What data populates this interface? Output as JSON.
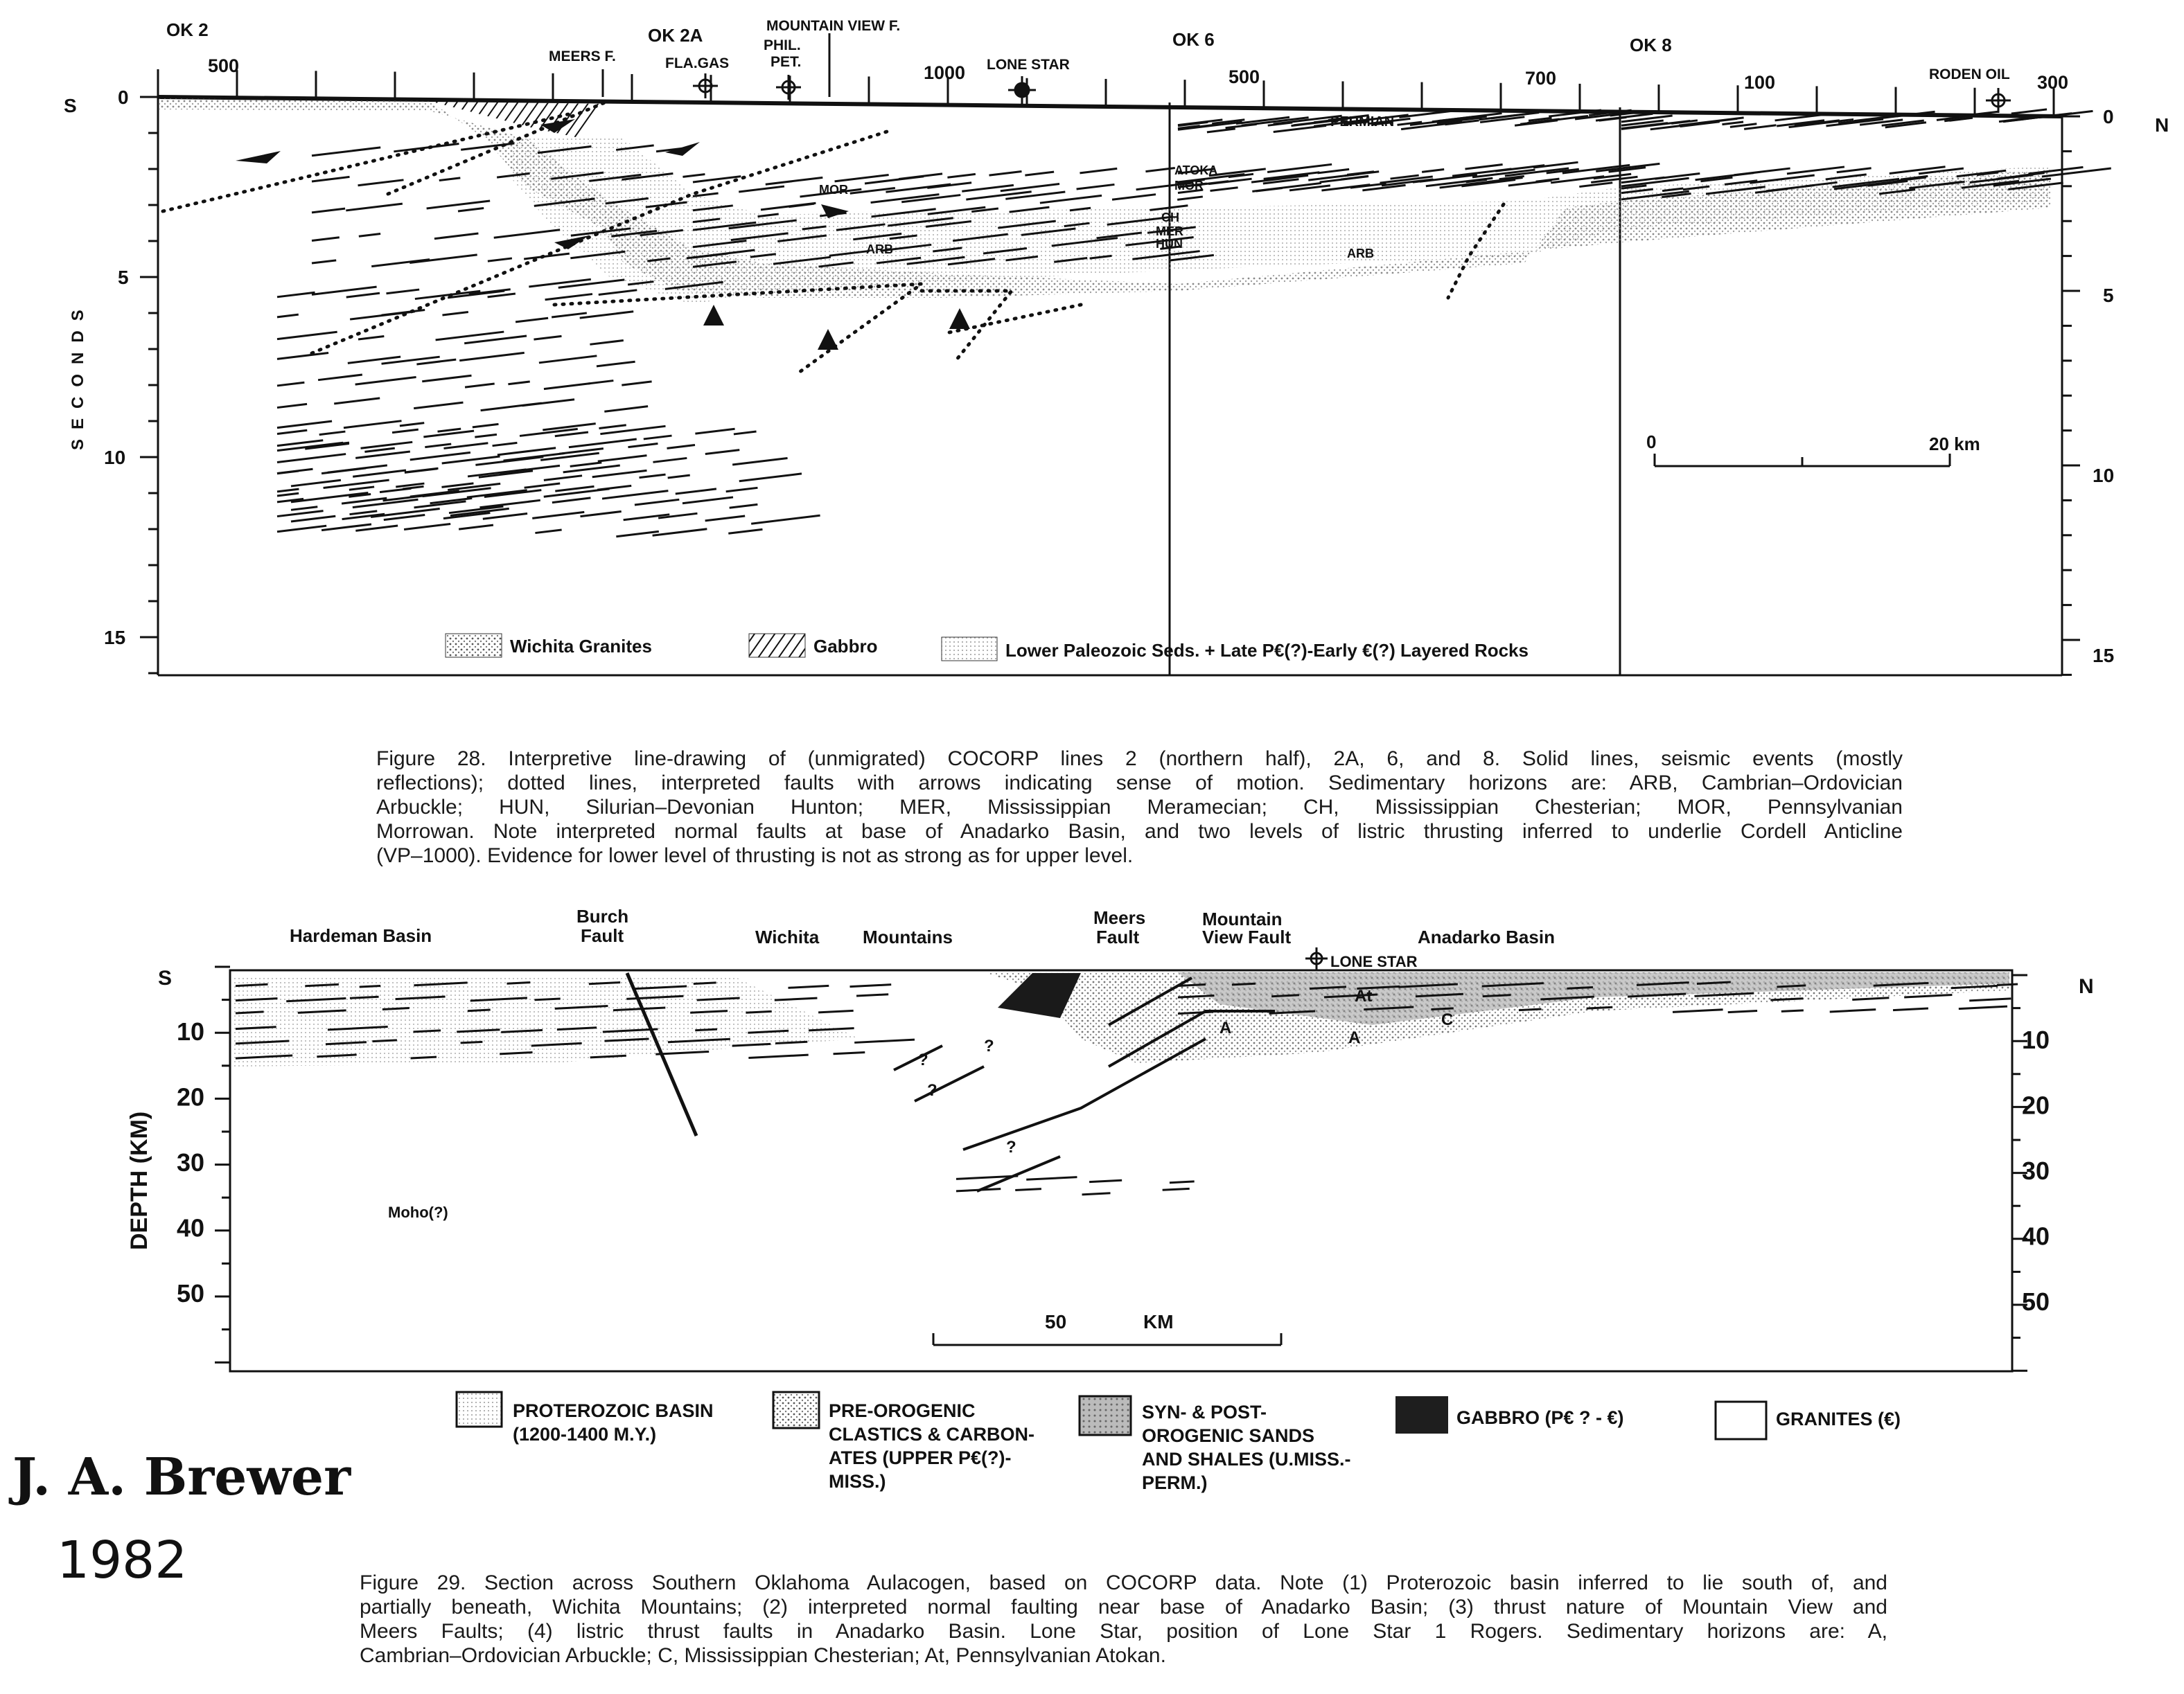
{
  "figure28": {
    "top_labels": {
      "ok2": "OK 2",
      "ok2a": "OK 2A",
      "ok6": "OK 6",
      "ok8": "OK 8",
      "meers": "MEERS F.",
      "fla_gas": "FLA.GAS",
      "phil": "PHIL.",
      "pet": "PET.",
      "mountain_view": "MOUNTAIN VIEW F.",
      "lone_star": "LONE STAR",
      "roden_oil": "RODEN OIL"
    },
    "vp_ticks": [
      "500",
      "1000",
      "500",
      "700",
      "100",
      "300"
    ],
    "left_side": "S",
    "right_side": "N",
    "y_axis_label": "SECONDS",
    "y_ticks_left": [
      "0",
      "5",
      "10",
      "15"
    ],
    "y_ticks_right": [
      "0",
      "5",
      "10",
      "15"
    ],
    "horizons": {
      "permian": "PERMIAN",
      "atoka": "ATOKA",
      "mor1": "MOR",
      "mor2": "MOR",
      "ch": "CH",
      "mer": "MER",
      "hun": "HUN",
      "arb1": "ARB",
      "arb2": "ARB"
    },
    "scale": {
      "start": "0",
      "end": "20 km"
    },
    "legend": [
      "Wichita Granites",
      "Gabbro",
      "Lower Paleozoic Seds. + Late P€(?)-Early €(?) Layered Rocks"
    ],
    "caption_lines": [
      "Figure 28. Interpretive line-drawing of (unmigrated) COCORP lines 2 (northern half), 2A, 6, and 8. Solid lines, seismic events (mostly",
      "reflections); dotted lines, interpreted faults with arrows indicating sense of motion. Sedimentary horizons are: ARB, Cambrian–Ordovician",
      "Arbuckle; HUN, Silurian–Devonian Hunton; MER, Mississippian Meramecian; CH, Mississippian Chesterian; MOR, Pennsylvanian",
      "Morrowan. Note interpreted normal faults at base of Anadarko Basin, and two levels of listric thrusting inferred to underlie Cordell Anticline",
      "(VP–1000). Evidence for lower level of thrusting is not as strong as for upper level."
    ]
  },
  "figure29": {
    "labels": {
      "hardeman": "Hardeman Basin",
      "burch1": "Burch",
      "burch2": "Fault",
      "wichita": "Wichita",
      "mountains": "Mountains",
      "meers1": "Meers",
      "meers2": "Fault",
      "mv1": "Mountain",
      "mv2": "View Fault",
      "lone_star": "LONE STAR",
      "anadarko": "Anadarko Basin",
      "moho": "Moho(?)",
      "a1": "At",
      "a2": "A",
      "a3": "A",
      "c": "C",
      "q": "?"
    },
    "left_side": "S",
    "right_side": "N",
    "y_axis_label": "DEPTH (KM)",
    "y_ticks": [
      "10",
      "20",
      "30",
      "40",
      "50"
    ],
    "scale": {
      "value": "50",
      "unit": "KM"
    },
    "legend": [
      {
        "lines": [
          "PROTEROZOIC BASIN",
          "(1200-1400 M.Y.)"
        ]
      },
      {
        "lines": [
          "PRE-OROGENIC",
          "CLASTICS & CARBON-",
          "ATES (UPPER P€(?)-",
          "MISS.)"
        ]
      },
      {
        "lines": [
          "SYN- & POST-",
          "OROGENIC SANDS",
          "AND SHALES (U.MISS.-",
          "PERM.)"
        ]
      },
      {
        "lines": [
          "GABBRO (P€ ? - €)"
        ]
      },
      {
        "lines": [
          "GRANITES (€)"
        ]
      }
    ],
    "caption_lines": [
      "Figure 29. Section across Southern Oklahoma Aulacogen, based on COCORP data. Note (1) Proterozoic basin inferred to lie south of, and",
      "partially beneath, Wichita Mountains; (2) interpreted normal faulting near base of Anadarko Basin; (3) thrust nature of Mountain View and",
      "Meers Faults; (4) listric thrust faults in Anadarko Basin. Lone Star, position of Lone Star 1 Rogers. Sedimentary horizons are: A,",
      "Cambrian–Ordovician Arbuckle; C, Mississippian Chesterian; At, Pennsylvanian Atokan."
    ]
  },
  "author": "J. A. Brewer",
  "year": "1982"
}
